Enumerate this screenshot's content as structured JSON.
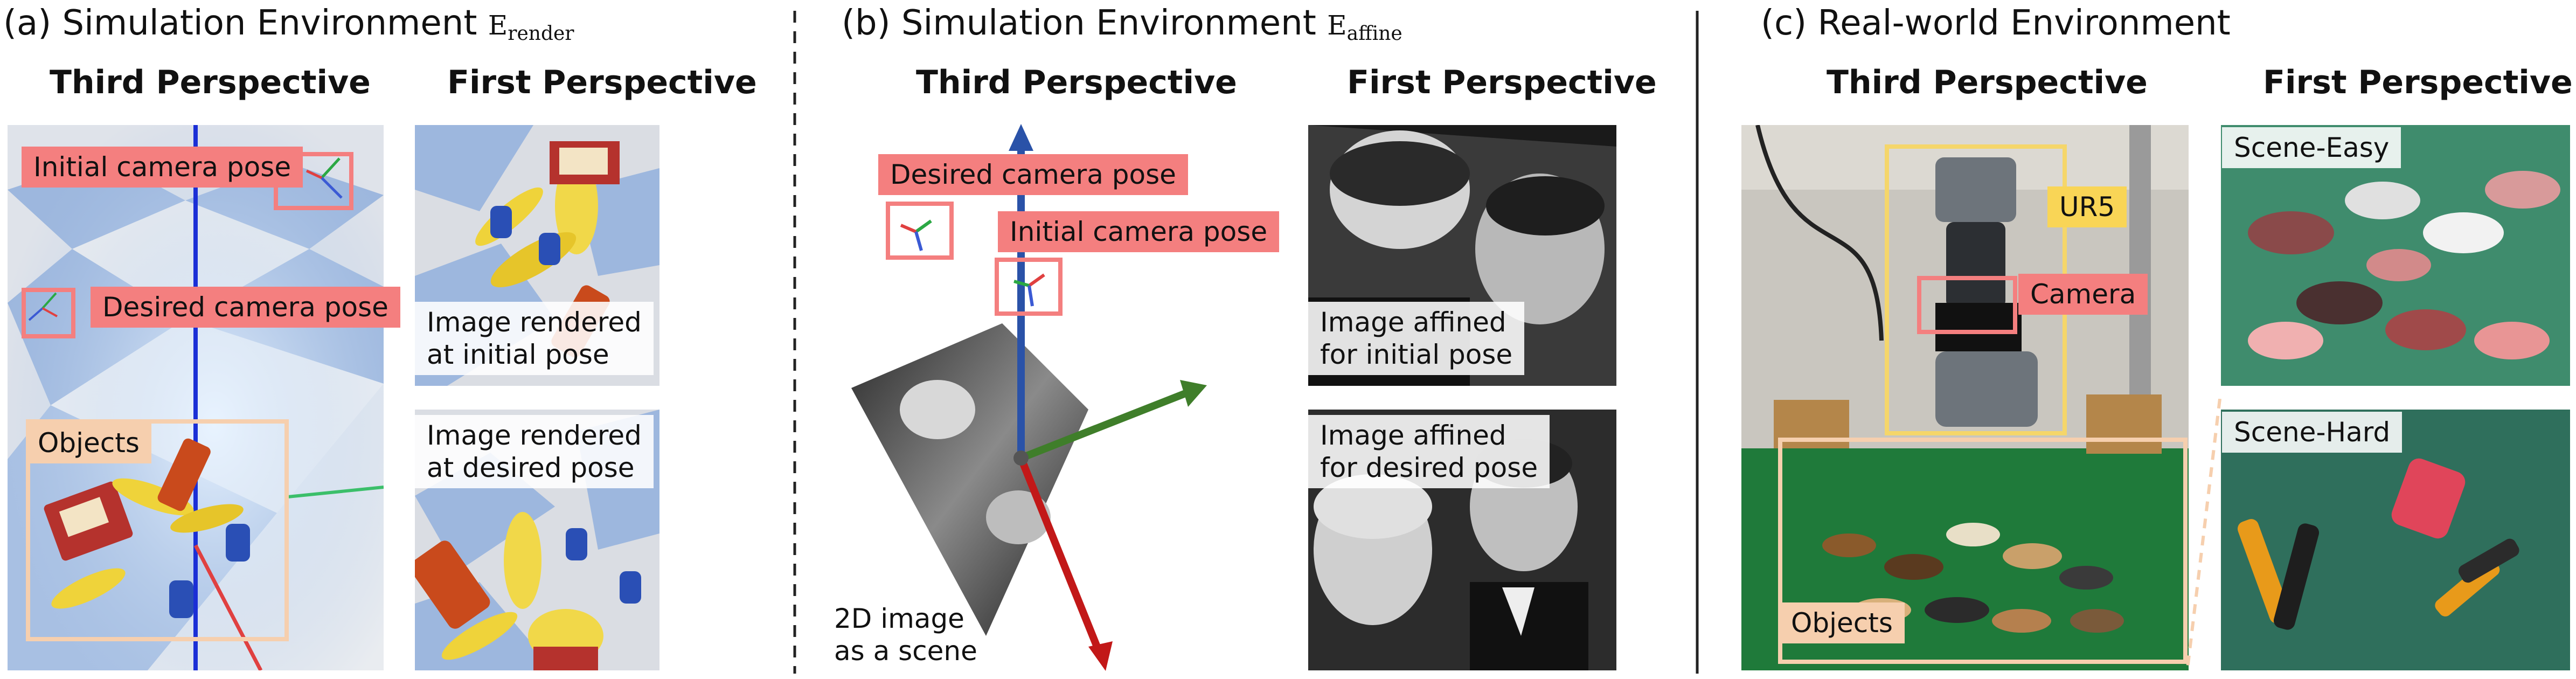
{
  "panels": {
    "a": {
      "title": "(a) Simulation Environment ",
      "env": "E",
      "env_sub": "render"
    },
    "b": {
      "title": "(b) Simulation Environment ",
      "env": "E",
      "env_sub": "affine"
    },
    "c": {
      "title": "(c) Real-world Environment"
    }
  },
  "headers": {
    "third": "Third Perspective",
    "first": "First Perspective"
  },
  "labels_a": {
    "initial_camera_pose": "Initial camera pose",
    "desired_camera_pose": "Desired camera pose",
    "objects": "Objects",
    "rendered_initial_1": "Image rendered",
    "rendered_initial_2": "at initial pose",
    "rendered_desired_1": "Image rendered",
    "rendered_desired_2": "at desired pose"
  },
  "labels_b": {
    "desired_camera_pose": "Desired camera pose",
    "initial_camera_pose": "Initial camera pose",
    "scene_1": "2D image",
    "scene_2": "as a scene",
    "affined_initial_1": "Image affined",
    "affined_initial_2": "for initial pose",
    "affined_desired_1": "Image affined",
    "affined_desired_2": "for desired pose"
  },
  "labels_c": {
    "ur5": "UR5",
    "camera": "Camera",
    "objects": "Objects",
    "scene_easy": "Scene-Easy",
    "scene_hard": "Scene-Hard"
  },
  "colors": {
    "pink": "#f47f7f",
    "peach": "#f6cfae",
    "yellow": "#f5d66a",
    "axis_blue": "#2a52a8",
    "axis_green": "#3f7e2a",
    "axis_red": "#c21818"
  }
}
